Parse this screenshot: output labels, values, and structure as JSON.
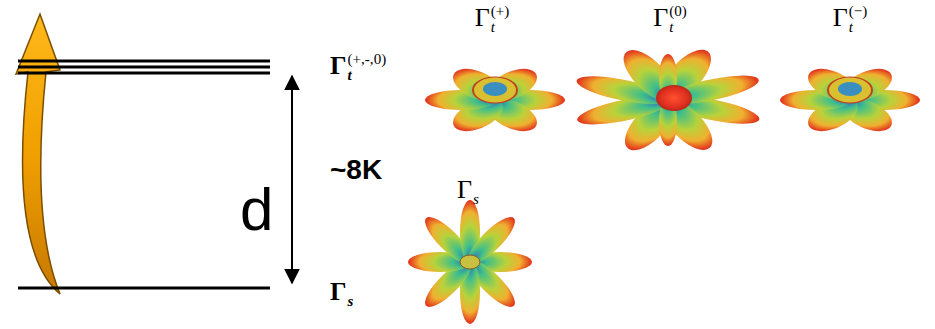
{
  "diagram": {
    "labels": [
      "Γt(+,-,0)",
      "~8K",
      "d",
      "Γs",
      "Γt(+)",
      "Γt(0)",
      "Γt(−)",
      "Γs"
    ]
  }
}
